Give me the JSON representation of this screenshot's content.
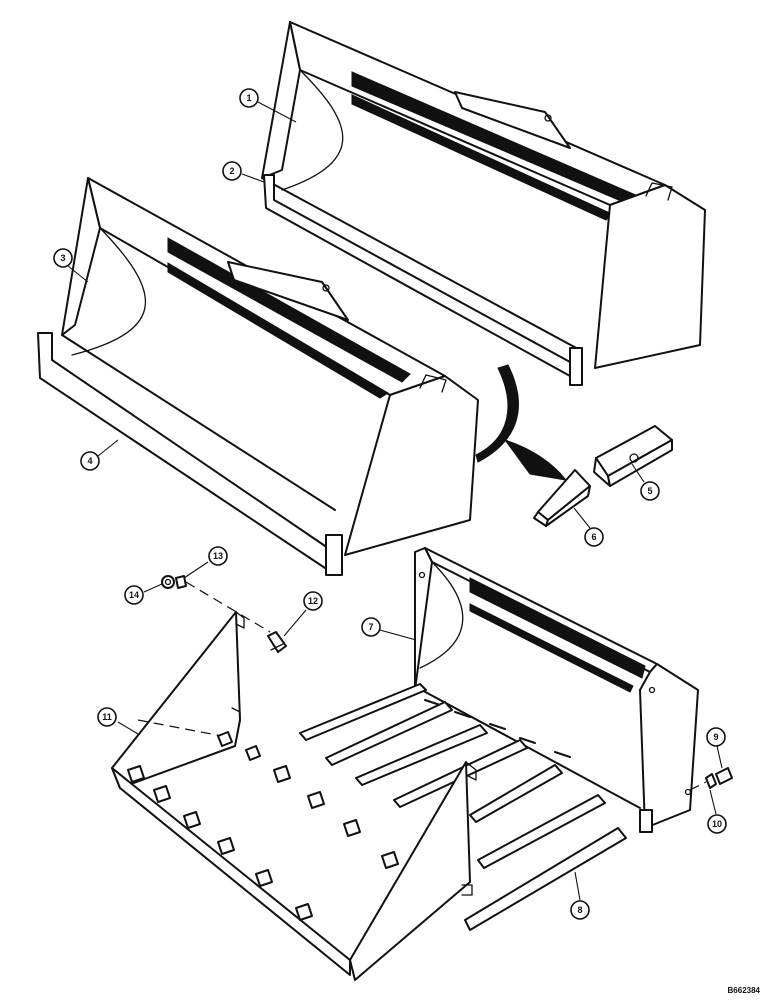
{
  "diagram": {
    "callouts": [
      "1",
      "2",
      "3",
      "4",
      "5",
      "6",
      "7",
      "8",
      "9",
      "10",
      "11",
      "12",
      "13",
      "14"
    ],
    "drawing_code": "B662384"
  }
}
